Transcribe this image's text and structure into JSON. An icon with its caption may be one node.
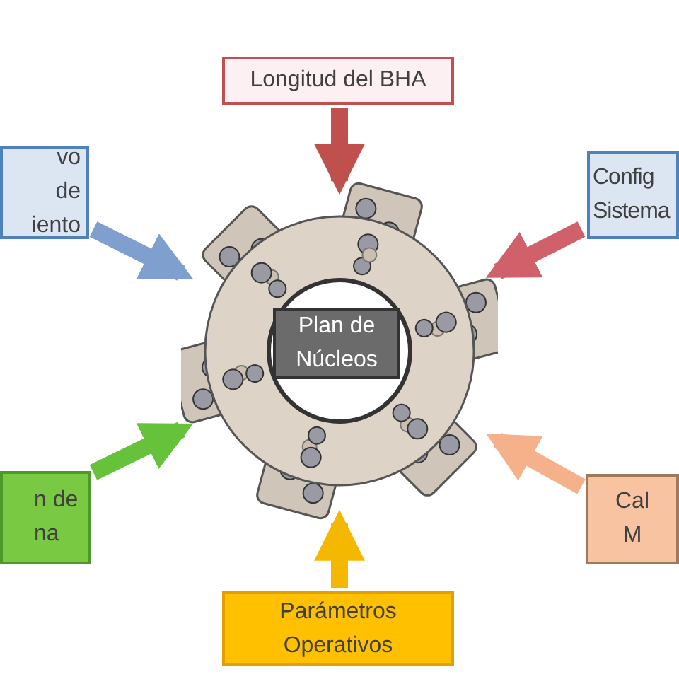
{
  "diagram": {
    "nodes": [
      {
        "text": [
          "Longitud del BHA"
        ]
      },
      {
        "text": [
          "vo de iento"
        ]
      },
      {
        "text": [
          "Config Sistema"
        ]
      },
      {
        "text": [],
        "shape": "picture"
      },
      {
        "text": [
          "Plan de Núcleos"
        ],
        "in": 3
      },
      {
        "text": [
          "n de na"
        ]
      },
      {
        "text": [
          "Cal M"
        ]
      },
      {
        "text": [
          "Parámetros Operativos"
        ]
      }
    ],
    "edges": [
      {
        "from": 0,
        "to": 3,
        "arrow": "to",
        "color": "#c0504d"
      },
      {
        "from": 1,
        "to": 3,
        "arrow": "to",
        "color": "#7f9fcf"
      },
      {
        "from": 2,
        "to": 3,
        "arrow": "to",
        "color": "#d0606a"
      },
      {
        "from": 5,
        "to": 3,
        "arrow": "to",
        "color": "#66c23a"
      },
      {
        "from": 6,
        "to": 3,
        "arrow": "to",
        "color": "#f4b18a"
      },
      {
        "from": 7,
        "to": 3,
        "arrow": "to",
        "color": "#f5b800"
      }
    ]
  }
}
